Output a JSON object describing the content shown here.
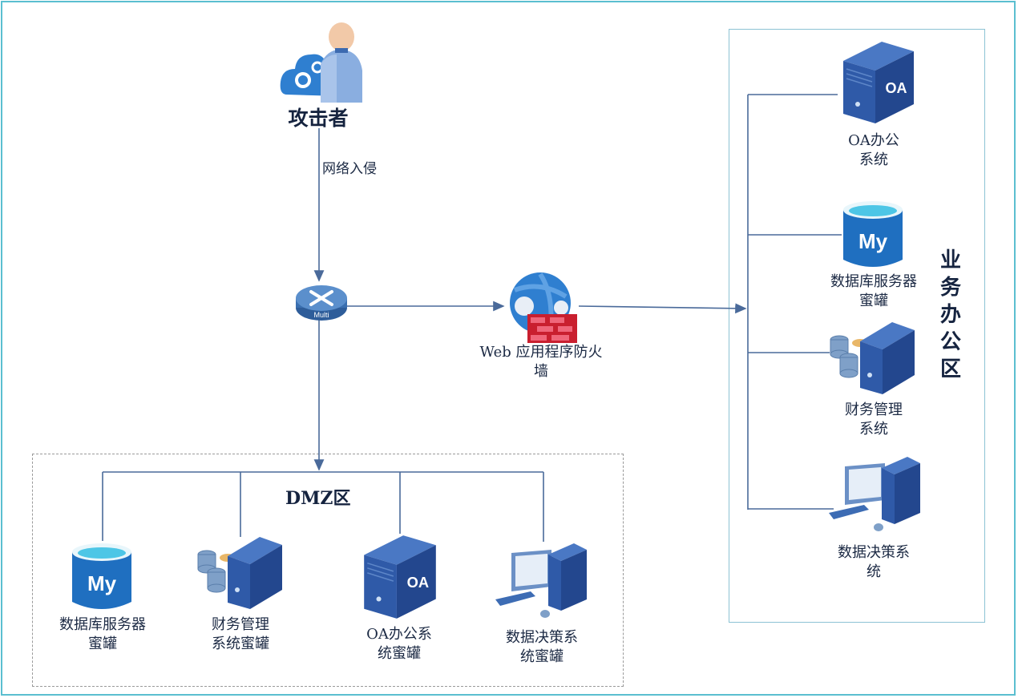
{
  "attacker": {
    "label": "攻击者",
    "icon": "attacker-cloud-user-icon"
  },
  "edge_intrusion": {
    "label": "网络入侵"
  },
  "router": {
    "label": "Multi",
    "icon": "multilayer-switch-icon"
  },
  "waf": {
    "label": "Web 应用程序防火\n墙",
    "icon": "web-firewall-icon"
  },
  "business_zone": {
    "title": "业务办公区",
    "nodes": [
      {
        "label": "OA办公\n系统",
        "icon": "oa-server-icon"
      },
      {
        "label": "数据库服务器\n蜜罐",
        "icon": "mysql-database-icon"
      },
      {
        "label": "财务管理\n系统",
        "icon": "finance-server-icon"
      },
      {
        "label": "数据决策系\n统",
        "icon": "workstation-icon"
      }
    ]
  },
  "dmz_zone": {
    "title": "DMZ区",
    "nodes": [
      {
        "label": "数据库服务器\n蜜罐",
        "icon": "mysql-database-icon"
      },
      {
        "label": "财务管理\n系统蜜罐",
        "icon": "finance-server-icon"
      },
      {
        "label": "OA办公系\n统蜜罐",
        "icon": "oa-server-icon"
      },
      {
        "label": "数据决策系\n统蜜罐",
        "icon": "workstation-icon"
      }
    ]
  },
  "colors": {
    "frame": "#5bbfd0",
    "wire": "#4a6a9a",
    "server_blue": "#2a4f9a",
    "db_blue": "#1f6fc0",
    "firewall_red": "#d4283a"
  }
}
